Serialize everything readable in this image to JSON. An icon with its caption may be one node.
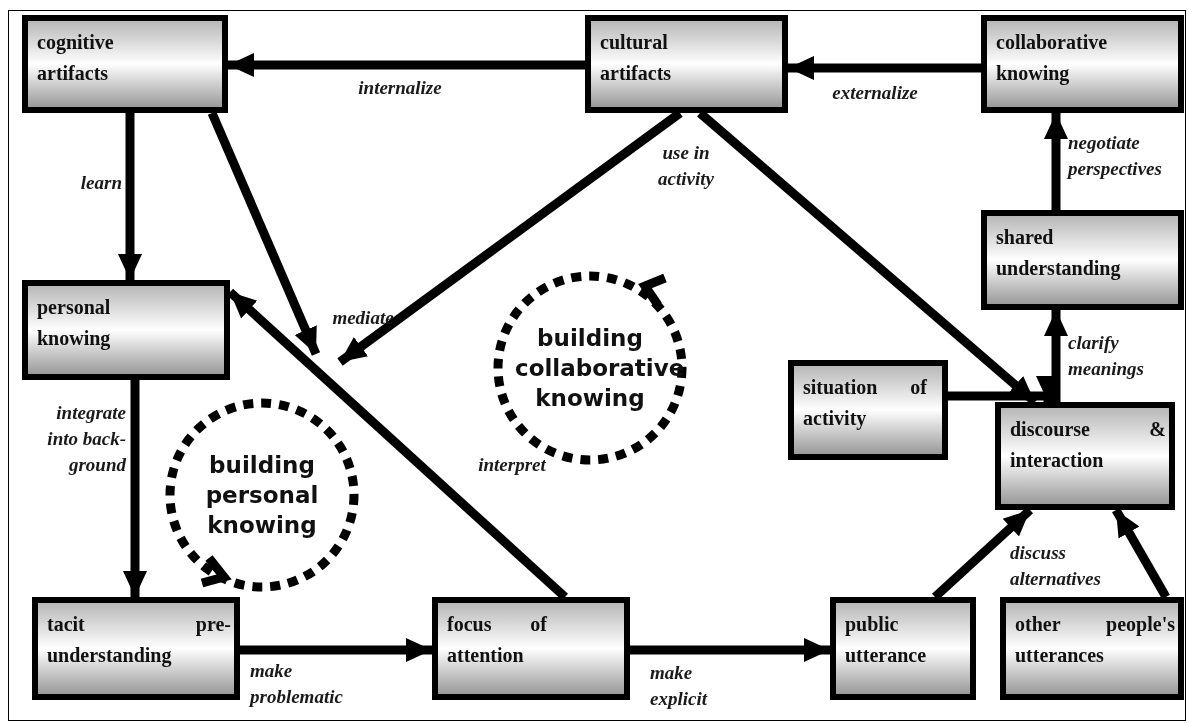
{
  "diagram": {
    "nodes": [
      {
        "text": [
          "cognitive artifacts"
        ]
      },
      {
        "text": [
          "cultural artifacts"
        ]
      },
      {
        "text": [
          "collaborative knowing"
        ]
      },
      {
        "text": [
          "personal knowing"
        ]
      },
      {
        "text": [
          "shared understanding"
        ]
      },
      {
        "text": [
          "situation of activity"
        ]
      },
      {
        "text": [
          "discourse & interaction"
        ]
      },
      {
        "text": [
          "tacit pre-understanding"
        ]
      },
      {
        "text": [
          "focus of attention"
        ]
      },
      {
        "text": [
          "public utterance"
        ]
      },
      {
        "text": [
          "other people's utterances"
        ]
      },
      {
        "text": [
          "building personal knowing"
        ]
      },
      {
        "text": [
          "building collaborative knowing"
        ]
      }
    ],
    "edges": [
      {
        "from": 1,
        "to": 0,
        "arrow": "to",
        "label": "internalize"
      },
      {
        "from": 2,
        "to": 1,
        "arrow": "to",
        "label": "externalize"
      },
      {
        "from": 0,
        "to": 3,
        "arrow": "to",
        "label": "learn"
      },
      {
        "from": 3,
        "to": 7,
        "arrow": "to",
        "label": "integrate into back- ground"
      },
      {
        "from": 7,
        "to": 8,
        "arrow": "to",
        "label": "make problematic"
      },
      {
        "from": 8,
        "to": 9,
        "arrow": "to",
        "label": "make explicit"
      },
      {
        "from": 9,
        "to": 6,
        "arrow": "to",
        "label": "discuss alternatives"
      },
      {
        "from": 10,
        "to": 6,
        "arrow": "to"
      },
      {
        "from": 5,
        "to": 6,
        "arrow": "to"
      },
      {
        "from": 6,
        "to": 4,
        "arrow": "to",
        "label": "clarify meanings"
      },
      {
        "from": 4,
        "to": 2,
        "arrow": "to",
        "label": "negotiate perspectives"
      },
      {
        "from": 1,
        "to": 6,
        "arrow": "to",
        "label": "use in activity"
      },
      {
        "from": 1,
        "to": null,
        "arrow": "to",
        "label": "mediate"
      },
      {
        "from": 0,
        "to": null,
        "arrow": "to"
      },
      {
        "from": 8,
        "to": 3,
        "arrow": "to",
        "label": "interpret"
      }
    ]
  }
}
